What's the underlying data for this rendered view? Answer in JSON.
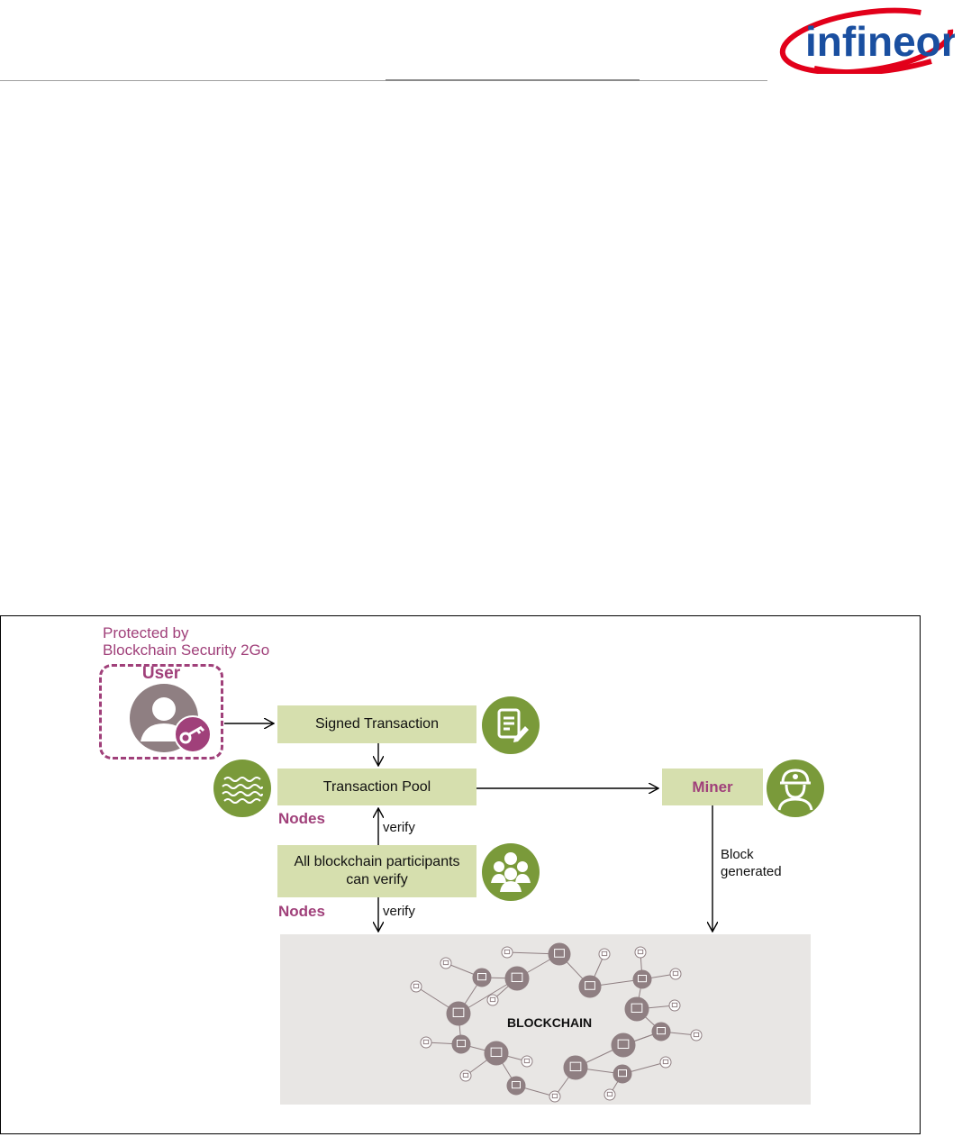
{
  "brand": {
    "logo_text": "infineon",
    "color_red": "#e2001a",
    "color_blue": "#1a4fa0"
  },
  "diagram": {
    "protected_line1": "Protected by",
    "protected_line2": "Blockchain Security 2Go",
    "user_label": "User",
    "signed_transaction": "Signed Transaction",
    "transaction_pool": "Transaction Pool",
    "miner": "Miner",
    "participants_line1": "All blockchain participants",
    "participants_line2": "can verify",
    "nodes_1": "Nodes",
    "nodes_2": "Nodes",
    "verify_1": "verify",
    "verify_2": "verify",
    "block_line1": "Block",
    "block_line2": "generated",
    "blockchain_label": "BLOCKCHAIN",
    "colors": {
      "accent": "#a0407a",
      "box_fill": "#d6dfae",
      "icon_green": "#7a9a3a",
      "node_gray": "#8f7f82",
      "blockchain_bg": "#e8e6e4"
    },
    "icons": [
      "user-icon",
      "key-icon",
      "document-edit-icon",
      "pool-waves-icon",
      "miner-helmet-icon",
      "group-people-icon",
      "network-node-icon"
    ]
  }
}
